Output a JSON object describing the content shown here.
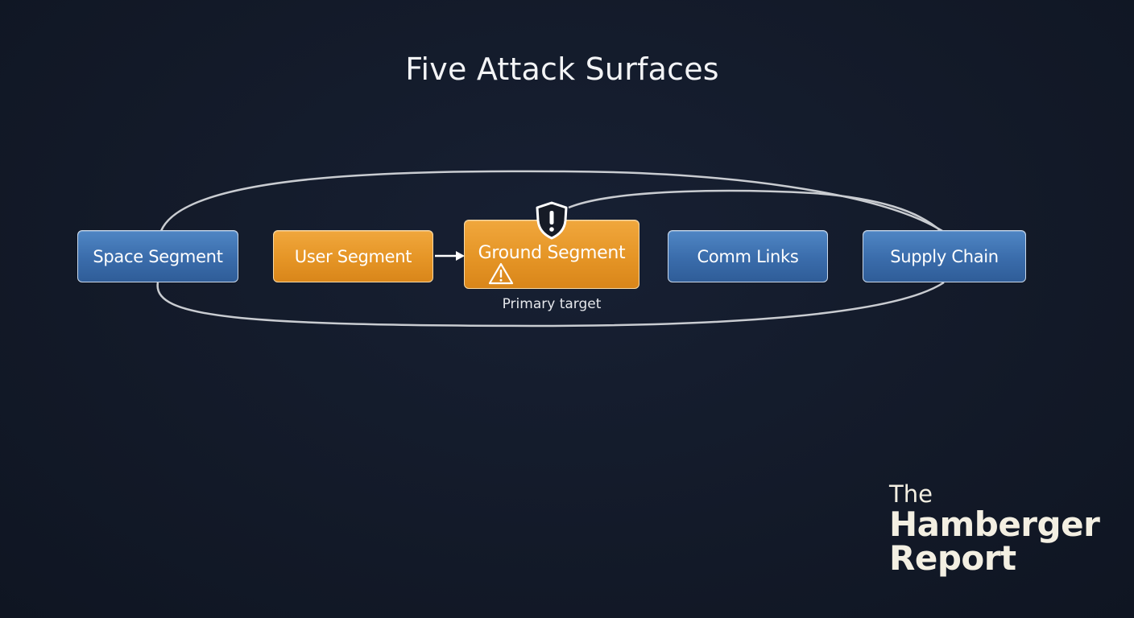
{
  "title": "Five Attack Surfaces",
  "nodes": [
    {
      "id": "space",
      "label": "Space Segment",
      "color": "#3a6cab"
    },
    {
      "id": "user",
      "label": "User Segment",
      "color": "#e59526"
    },
    {
      "id": "ground",
      "label": "Ground Segment",
      "color": "#e59526",
      "caption": "Primary target"
    },
    {
      "id": "comm",
      "label": "Comm Links",
      "color": "#3a6cab"
    },
    {
      "id": "supply",
      "label": "Supply Chain",
      "color": "#3a6cab"
    }
  ],
  "edges": [
    {
      "from": "user",
      "to": "ground",
      "arrow": true
    },
    {
      "from": "space",
      "to": "supply",
      "arrow": false
    },
    {
      "from": "ground",
      "to": "supply",
      "arrow": false
    }
  ],
  "icons": {
    "ground_top": "shield-exclamation-icon",
    "ground_inner": "warning-triangle-icon"
  },
  "brand": {
    "line1": "The",
    "line2": "Hamberger",
    "line3": "Report"
  }
}
